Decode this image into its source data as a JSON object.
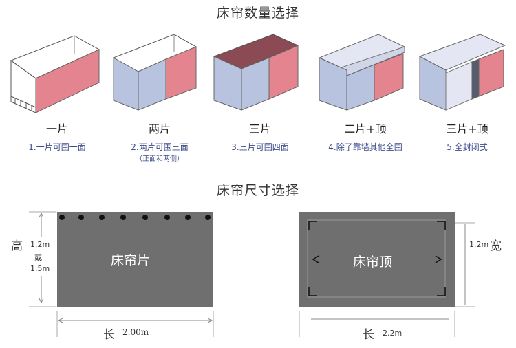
{
  "section_quantity": {
    "title": "床帘数量选择"
  },
  "options": [
    {
      "name": "一片",
      "desc": "1.一片可围一面",
      "sub": ""
    },
    {
      "name": "两片",
      "desc": "2.两片可围三面",
      "sub": "（正面和两侧）"
    },
    {
      "name": "三片",
      "desc": "3.三片可围四面",
      "sub": ""
    },
    {
      "name": "二片+顶",
      "desc": "4.除了靠墙其他全围",
      "sub": ""
    },
    {
      "name": "三片+顶",
      "desc": "5.全封闭式",
      "sub": ""
    }
  ],
  "section_size": {
    "title": "床帘尺寸选择"
  },
  "curtain_panel": {
    "label": "床帘片",
    "height_char": "高",
    "height_value_1": "1.2m",
    "height_or": "或",
    "height_value_2": "1.5m",
    "length_char": "长",
    "length_value": "2.00m"
  },
  "top_panel": {
    "label": "床帘顶",
    "width_value": "1.2m",
    "width_char": "宽",
    "length_char": "长",
    "length_value": "2.2m"
  },
  "colors": {
    "curtain_pink": "#e3848f",
    "curtain_blue": "#b8c4df",
    "roof_dark": "#8c4a55",
    "roof_light": "#e4e7f3",
    "panel_gray": "#6f6f6f"
  }
}
